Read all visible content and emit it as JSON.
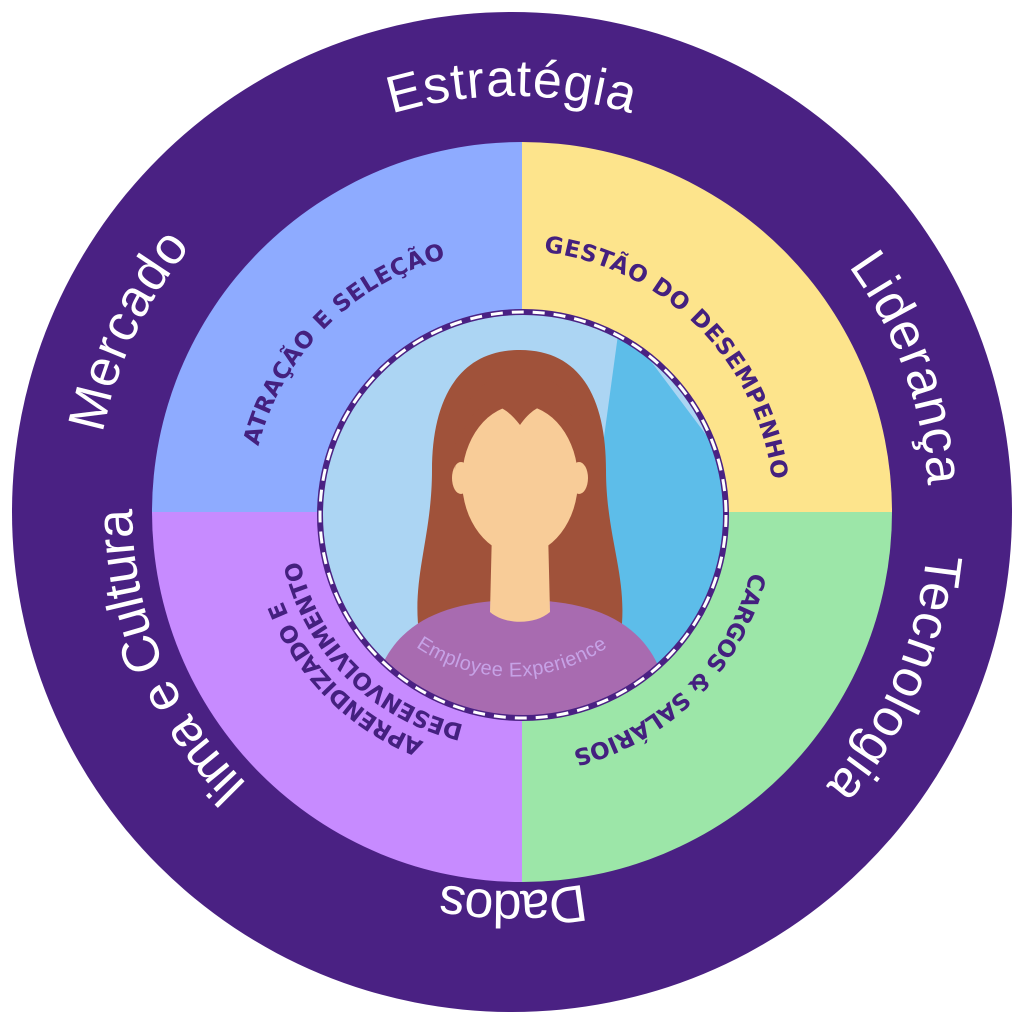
{
  "outer_ring": {
    "items": [
      {
        "label": "Estratégia"
      },
      {
        "label": "Liderança"
      },
      {
        "label": "Tecnologia"
      },
      {
        "label": "Dados"
      },
      {
        "label": "Clima e Cultura"
      },
      {
        "label": "Mercado"
      }
    ]
  },
  "quadrants": [
    {
      "label": "ATRAÇÃO E SELEÇÃO",
      "color": "#8eabff"
    },
    {
      "label": "GESTÃO DO DESEMPENHO",
      "color": "#fde48c"
    },
    {
      "label": "CARGOS & SALÁRIOS",
      "color": "#9ce6a8"
    },
    {
      "label_line1": "APRENDIZADO E",
      "label_line2": "DESENVOLVIMENTO",
      "color": "#c78bff"
    }
  ],
  "center": {
    "label": "Employee Experience",
    "icon": "person-avatar-icon"
  },
  "colors": {
    "ring": "#4a2183",
    "center_bg": "#acd5f3",
    "center_shadow": "#5dbde9",
    "hair": "#a0523a",
    "skin": "#f8cc98",
    "shirt": "#a86bb0"
  }
}
